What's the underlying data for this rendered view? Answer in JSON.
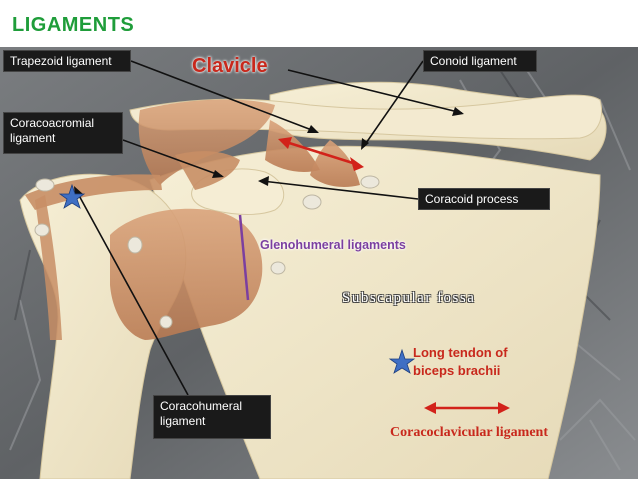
{
  "title": "LIGAMENTS",
  "labels": {
    "clavicle": "Clavicle",
    "trapezoid": "Trapezoid ligament",
    "conoid": "Conoid ligament",
    "coracoacromial_1": "Coracoacromial",
    "coracoacromial_2": "ligament",
    "coracoid_process": "Coracoid process",
    "glenohumeral": "Glenohumeral ligaments",
    "subscapular": "Subscapular fossa",
    "biceps_1": "Long tendon of",
    "biceps_2": "biceps brachii",
    "coracohumeral_1": "Coracohumeral",
    "coracohumeral_2": "ligament",
    "coracoclavicular": "Coracoclavicular ligament"
  },
  "colors": {
    "title": "#1f9d3a",
    "red_text": "#c8281c",
    "purple_text": "#7b3fa0",
    "star": "#3f6fc4",
    "label_box": "#1a1a1a"
  },
  "icons": [
    "star-icon",
    "double-arrow-icon"
  ]
}
